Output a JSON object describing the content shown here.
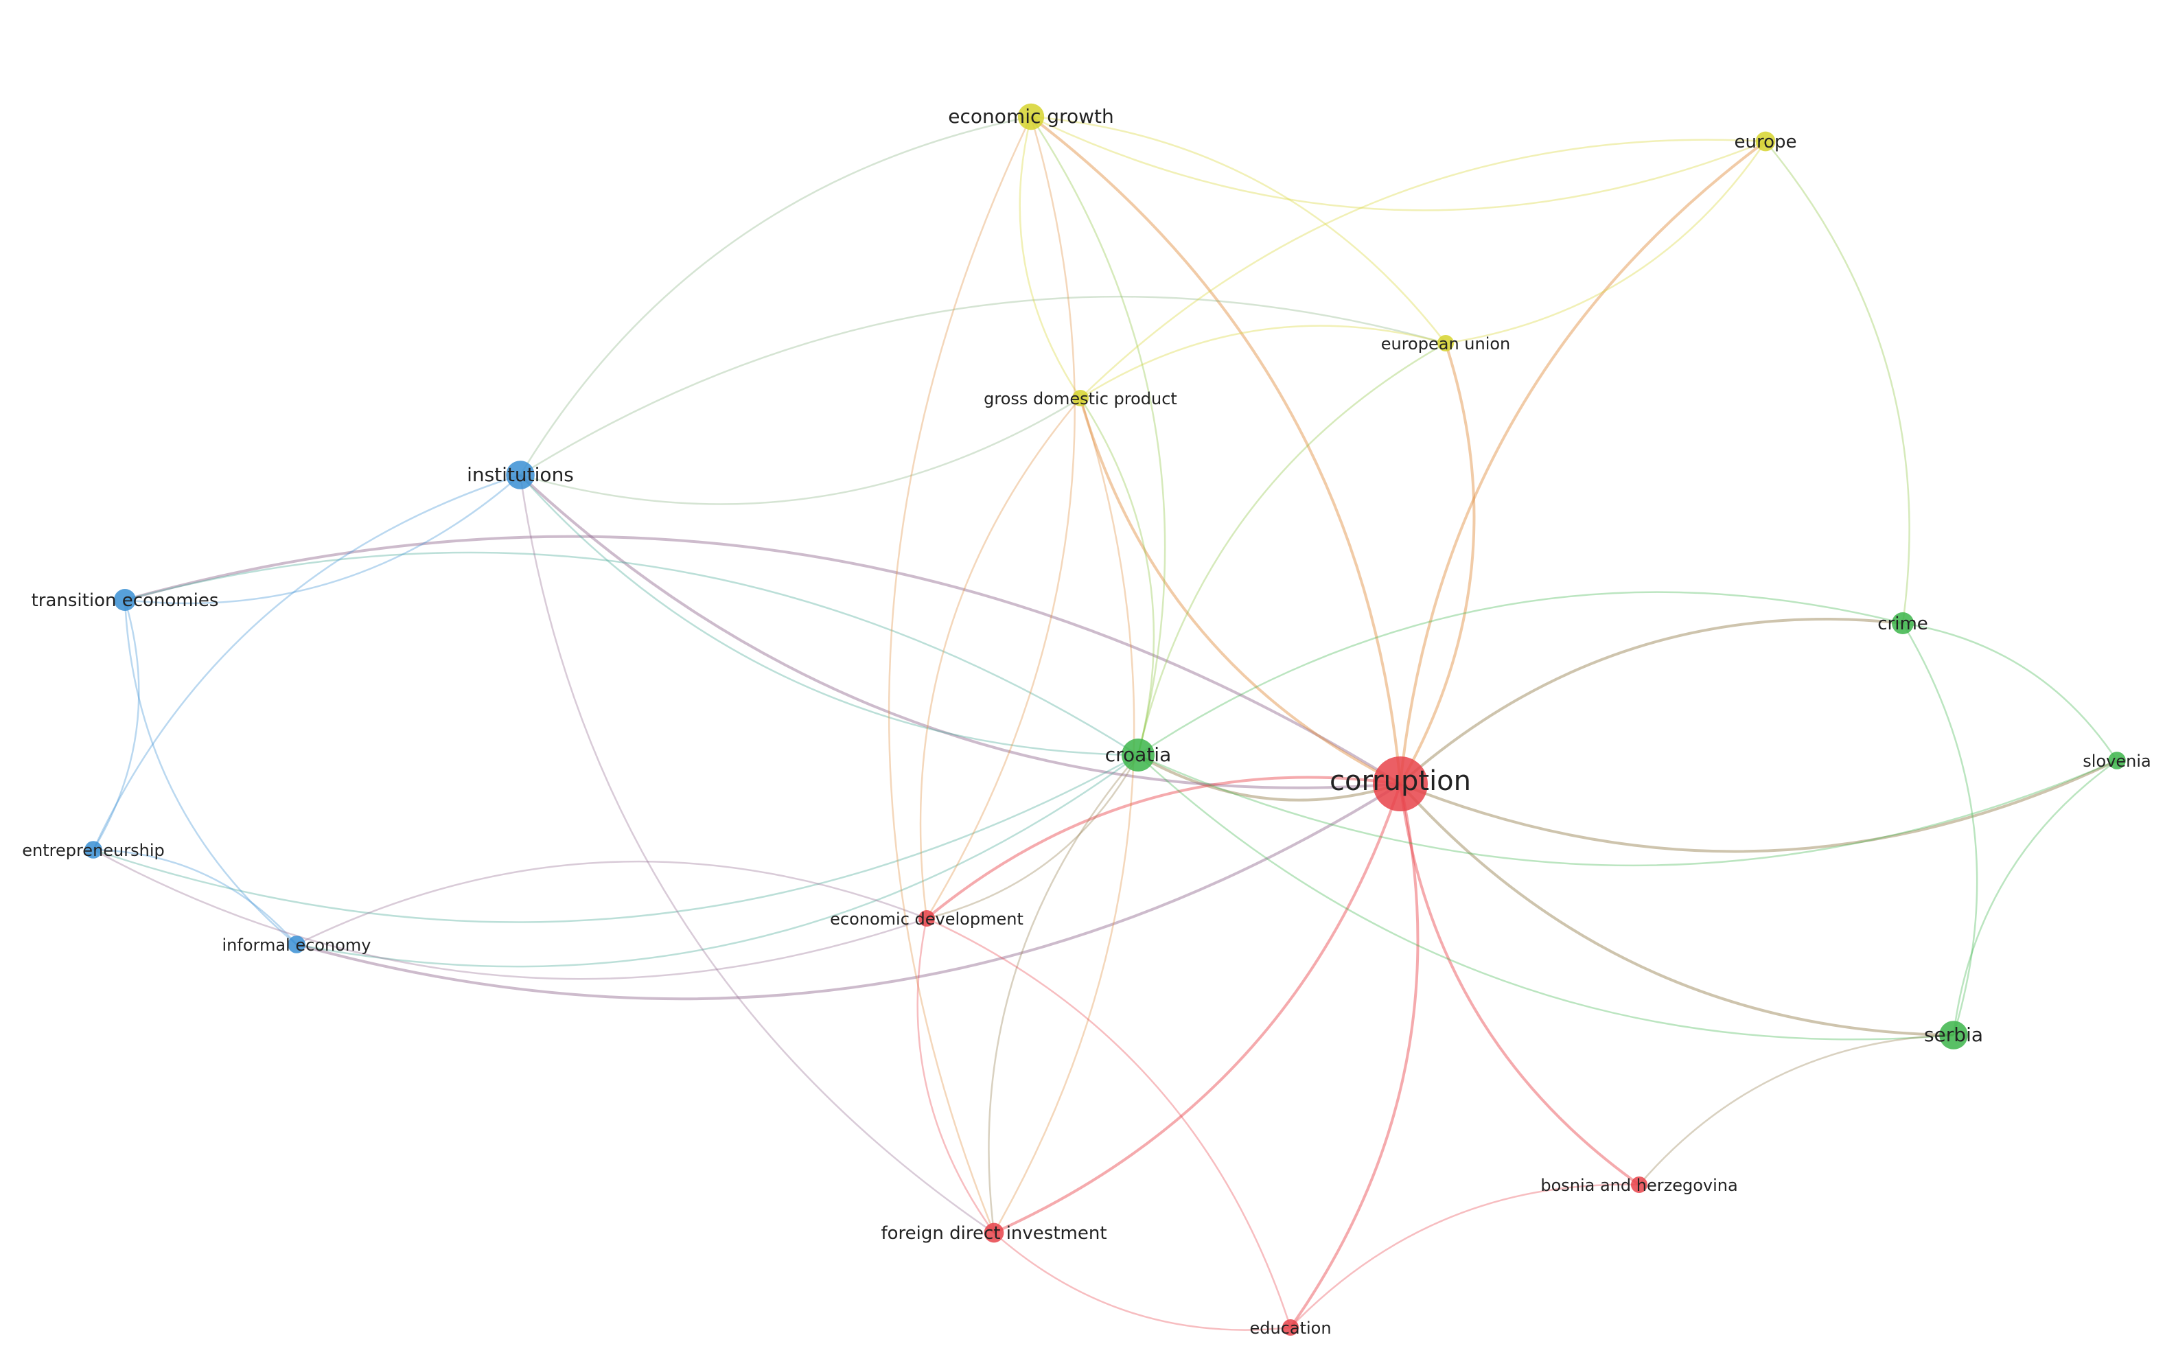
{
  "clusters": {
    "red": "#e8434a",
    "green": "#3cb54a",
    "blue": "#3a8fd3",
    "yellow": "#d6d32e"
  },
  "nodes": [
    {
      "id": "corruption",
      "label": "corruption",
      "cluster": "red",
      "weight": 5
    },
    {
      "id": "croatia",
      "label": "croatia",
      "cluster": "green",
      "weight": 3
    },
    {
      "id": "serbia",
      "label": "serbia",
      "cluster": "green",
      "weight": 2.6
    },
    {
      "id": "crime",
      "label": "crime",
      "cluster": "green",
      "weight": 2
    },
    {
      "id": "slovenia",
      "label": "slovenia",
      "cluster": "green",
      "weight": 1.6
    },
    {
      "id": "institutions",
      "label": "institutions",
      "cluster": "blue",
      "weight": 2.6
    },
    {
      "id": "transition-economies",
      "label": "transition economies",
      "cluster": "blue",
      "weight": 2
    },
    {
      "id": "entrepreneurship",
      "label": "entrepreneurship",
      "cluster": "blue",
      "weight": 1.6
    },
    {
      "id": "informal-economy",
      "label": "informal economy",
      "cluster": "blue",
      "weight": 1.6
    },
    {
      "id": "economic-growth",
      "label": "economic growth",
      "cluster": "yellow",
      "weight": 2.4
    },
    {
      "id": "europe",
      "label": "europe",
      "cluster": "yellow",
      "weight": 1.8
    },
    {
      "id": "european-union",
      "label": "european union",
      "cluster": "yellow",
      "weight": 1.5
    },
    {
      "id": "gross-domestic-product",
      "label": "gross domestic product",
      "cluster": "yellow",
      "weight": 1.5
    },
    {
      "id": "economic-development",
      "label": "economic development",
      "cluster": "red",
      "weight": 1.5
    },
    {
      "id": "foreign-direct-investment",
      "label": "foreign direct investment",
      "cluster": "red",
      "weight": 1.8
    },
    {
      "id": "bosnia-and-herzegovina",
      "label": "bosnia and herzegovina",
      "cluster": "red",
      "weight": 1.5
    },
    {
      "id": "education",
      "label": "education",
      "cluster": "red",
      "weight": 1.5
    }
  ],
  "links": [
    [
      "corruption",
      "croatia"
    ],
    [
      "corruption",
      "serbia"
    ],
    [
      "corruption",
      "crime"
    ],
    [
      "corruption",
      "slovenia"
    ],
    [
      "corruption",
      "institutions"
    ],
    [
      "corruption",
      "transition-economies"
    ],
    [
      "corruption",
      "informal-economy"
    ],
    [
      "corruption",
      "economic-growth"
    ],
    [
      "corruption",
      "europe"
    ],
    [
      "corruption",
      "european-union"
    ],
    [
      "corruption",
      "gross-domestic-product"
    ],
    [
      "corruption",
      "economic-development"
    ],
    [
      "corruption",
      "foreign-direct-investment"
    ],
    [
      "corruption",
      "bosnia-and-herzegovina"
    ],
    [
      "corruption",
      "education"
    ],
    [
      "croatia",
      "serbia"
    ],
    [
      "croatia",
      "crime"
    ],
    [
      "croatia",
      "slovenia"
    ],
    [
      "croatia",
      "institutions"
    ],
    [
      "croatia",
      "transition-economies"
    ],
    [
      "croatia",
      "informal-economy"
    ],
    [
      "croatia",
      "economic-growth"
    ],
    [
      "croatia",
      "european-union"
    ],
    [
      "croatia",
      "gross-domestic-product"
    ],
    [
      "croatia",
      "economic-development"
    ],
    [
      "croatia",
      "foreign-direct-investment"
    ],
    [
      "croatia",
      "entrepreneurship"
    ],
    [
      "serbia",
      "crime"
    ],
    [
      "serbia",
      "slovenia"
    ],
    [
      "serbia",
      "bosnia-and-herzegovina"
    ],
    [
      "crime",
      "slovenia"
    ],
    [
      "crime",
      "europe"
    ],
    [
      "institutions",
      "transition-economies"
    ],
    [
      "institutions",
      "entrepreneurship"
    ],
    [
      "institutions",
      "economic-growth"
    ],
    [
      "institutions",
      "gross-domestic-product"
    ],
    [
      "institutions",
      "european-union"
    ],
    [
      "institutions",
      "foreign-direct-investment"
    ],
    [
      "transition-economies",
      "entrepreneurship"
    ],
    [
      "transition-economies",
      "informal-economy"
    ],
    [
      "entrepreneurship",
      "informal-economy"
    ],
    [
      "entrepreneurship",
      "economic-development"
    ],
    [
      "informal-economy",
      "economic-development"
    ],
    [
      "economic-growth",
      "europe"
    ],
    [
      "economic-growth",
      "european-union"
    ],
    [
      "economic-growth",
      "gross-domestic-product"
    ],
    [
      "economic-growth",
      "economic-development"
    ],
    [
      "economic-growth",
      "foreign-direct-investment"
    ],
    [
      "europe",
      "european-union"
    ],
    [
      "europe",
      "gross-domestic-product"
    ],
    [
      "gross-domestic-product",
      "european-union"
    ],
    [
      "gross-domestic-product",
      "economic-development"
    ],
    [
      "gross-domestic-product",
      "foreign-direct-investment"
    ],
    [
      "economic-development",
      "foreign-direct-investment"
    ],
    [
      "economic-development",
      "education"
    ],
    [
      "foreign-direct-investment",
      "education"
    ],
    [
      "education",
      "bosnia-and-herzegovina"
    ]
  ]
}
